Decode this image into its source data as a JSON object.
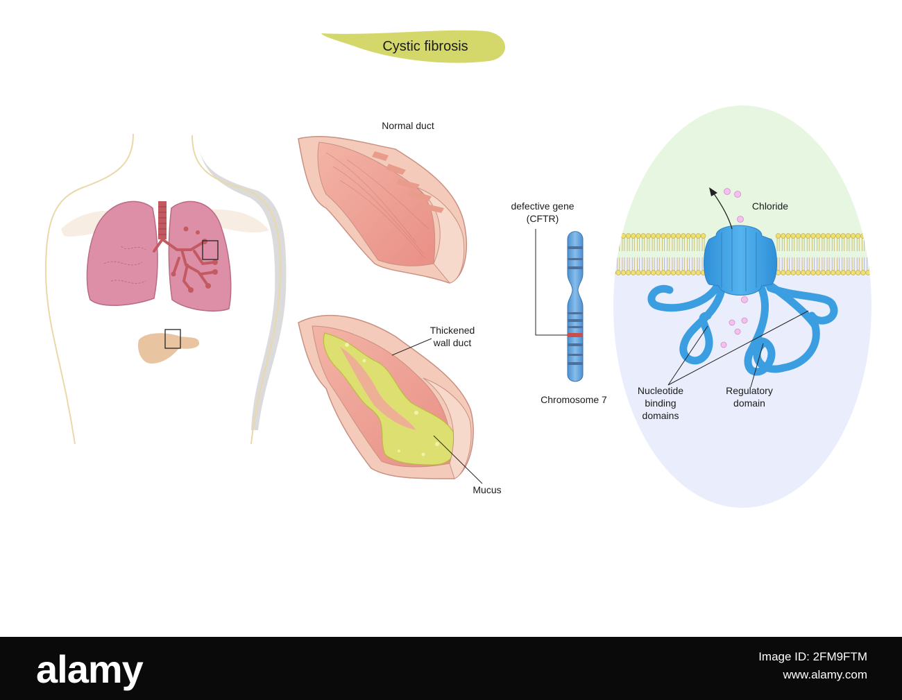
{
  "title": "Cystic fibrosis",
  "labels": {
    "normal_duct": "Normal duct",
    "thickened_line1": "Thickened",
    "thickened_line2": "wall duct",
    "mucus": "Mucus",
    "defective_gene_line1": "defective gene",
    "defective_gene_line2": "(CFTR)",
    "chromosome": "Chromosome 7",
    "chloride": "Chloride",
    "nucleotide_line1": "Nucleotide",
    "nucleotide_line2": "binding",
    "nucleotide_line3": "domains",
    "regulatory_line1": "Regulatory",
    "regulatory_line2": "domain"
  },
  "footer": {
    "brand": "alamy",
    "image_id_label": "Image ID: 2FM9FTM",
    "site": "www.alamy.com"
  },
  "colors": {
    "title_blob": "#d4d86a",
    "lung": "#dc8fa6",
    "bronchi": "#c35a62",
    "pancreas": "#e8c4a0",
    "duct_wall": "#f0c2b2",
    "duct_lumen": "#f0a79a",
    "mucus": "#dde070",
    "chromosome": "#6aa4dc",
    "chromosome_band_defect": "#c8504c",
    "cftr_protein": "#3b9ee0",
    "membrane_head": "#f0e070",
    "outside_cell": "#e6f6e0",
    "inside_cell": "#eaedfb",
    "chloride_ion": "#f4c0ec"
  }
}
